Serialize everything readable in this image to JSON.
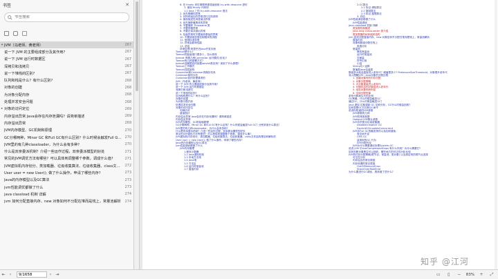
{
  "sidebar": {
    "title": "书签",
    "search_placeholder": "书签搜索",
    "items": [
      {
        "arrow": "▾",
        "label": "JVM（马老师、黄老师）",
        "page": "267",
        "selected": true
      },
      {
        "arrow": "",
        "label": "说一下 JVM 的主要组成部分及其作用?",
        "page": "267"
      },
      {
        "arrow": "",
        "label": "说一下 JVM 运行时数据区",
        "page": "267"
      },
      {
        "arrow": "",
        "label": "深拷贝和浅拷贝",
        "page": "267"
      },
      {
        "arrow": "",
        "label": "说一下堆栈的区别?",
        "page": "267"
      },
      {
        "arrow": "",
        "label": "队列和栈是什么？有什么区别?",
        "page": "268"
      },
      {
        "arrow": "",
        "label": "对象的创建",
        "page": "268"
      },
      {
        "arrow": "",
        "label": "为对象分配内存",
        "page": "268"
      },
      {
        "arrow": "",
        "label": "处理并发安全问题",
        "page": "268"
      },
      {
        "arrow": "▸",
        "label": "对象的访问定位",
        "page": "269"
      },
      {
        "arrow": "",
        "label": "内存溢出异常 Java会存在内存泄漏吗？请简单描述",
        "page": "269"
      },
      {
        "arrow": "",
        "label": "内存溢出异常",
        "page": "269"
      },
      {
        "arrow": "",
        "label": "JVM内存模型、GC机制和原理",
        "page": "270"
      },
      {
        "arrow": "",
        "label": "GC分哪两种，Minor GC 和Full GC有什么区别？什么时候会触发Full GC？分别采用什么算法?",
        "page": "270"
      },
      {
        "arrow": "",
        "label": "JVM里的有几种classloader，为什么会有多种?",
        "page": "270"
      },
      {
        "arrow": "",
        "label": "什么是双亲委派机制？介绍一些运作过程，双亲委派模型的好处",
        "page": "271"
      },
      {
        "arrow": "",
        "label": "常见的JVM调优方法有哪些？可以具体到调整哪个参数，调成什么值?",
        "page": "271"
      },
      {
        "arrow": "",
        "label": "JVM虚拟机内存划分、类加载器、垃圾收集算法、垃圾收集器、class文件结构是如何解析的",
        "page": "272"
      },
      {
        "arrow": "",
        "label": "User user = new User(); 做了什么操作，申请了哪些内存?",
        "page": "273"
      },
      {
        "arrow": "",
        "label": "Java的内存模型以及GC算法",
        "page": "273"
      },
      {
        "arrow": "",
        "label": "jvm性能调优都做了什么",
        "page": "273"
      },
      {
        "arrow": "",
        "label": "java classload 机制 详解",
        "page": "274"
      },
      {
        "arrow": "",
        "label": "jvm 如何分配直接内存、new 对象如何不分配在堆而是栈上，常量池解析",
        "page": "274"
      }
    ]
  },
  "bottombar": {
    "page_value": "9/1658",
    "zoom": "83%"
  },
  "watermark": "知乎 @江河",
  "document": {
    "col1": [
      {
        "t": "6. 在 finally 块中清理资源或者使用 try-with-resource 语句",
        "c": "b",
        "i": 1
      },
      {
        "t": "1. 使用 finally 代码块",
        "c": "b",
        "i": 2
      },
      {
        "t": "1.2 Java 7 的 try-with-resource 语法",
        "c": "b",
        "i": 2
      },
      {
        "t": "2. 优先明确的异常",
        "c": "b",
        "i": 1
      },
      {
        "t": "3. 对所有抛出的异常进行文档说明",
        "c": "b",
        "i": 1
      },
      {
        "t": "4. 使用描述性消息抛出异常",
        "c": "b",
        "i": 1
      },
      {
        "t": "5. 优先捕获最具体的异常",
        "c": "b",
        "i": 1
      },
      {
        "t": "6. 不要捕获 Throwable 类",
        "c": "b",
        "i": 1
      },
      {
        "t": "7. 不要忽略异常",
        "c": "b",
        "i": 1
      },
      {
        "t": "8. 不要记录并抛出异常",
        "c": "b",
        "i": 1
      },
      {
        "t": "9. 包装异常时不要抛弃原始的异常",
        "c": "b",
        "i": 1
      },
      {
        "t": "10. 不要使用异常控制程序的流程",
        "c": "b",
        "i": 1
      },
      {
        "t": "11. 使用标准异常",
        "c": "b",
        "i": 1
      },
      {
        "t": "12. 异常会影响性能",
        "c": "b",
        "i": 1
      },
      {
        "t": "13. 总结",
        "c": "b",
        "i": 1
      },
      {
        "t": "异常处理-阿里巴巴Java开发手册",
        "c": "b",
        "i": 1
      },
      {
        "t": "Tomcat是什么?",
        "c": "b",
        "i": 0
      },
      {
        "t": "Tomcat的缺省端口是多少，怎么修改",
        "c": "b",
        "i": 0
      },
      {
        "t": "tomcat 有哪几种Connector 运行模式(优化)?",
        "c": "b",
        "i": 0
      },
      {
        "t": "Tomcat有几种部署方式?",
        "c": "b",
        "i": 0
      },
      {
        "t": "tomcat容器是如何创建servlet类实例？用到了什么原理?",
        "c": "b",
        "i": 0
      },
      {
        "t": "Tomcat工作模式",
        "c": "b",
        "i": 0
      },
      {
        "t": "Tomcat顶层架构",
        "c": "b",
        "i": 0
      },
      {
        "t": "Connector和Container的微妙关系",
        "c": "b",
        "i": 0
      },
      {
        "t": "Container架构分析",
        "c": "b",
        "i": 0
      },
      {
        "t": "Container如何处理请求的",
        "c": "b",
        "i": 0
      },
      {
        "t": "JVM（马老师、黄老师）",
        "c": "b",
        "i": 0
      },
      {
        "t": "说一下 JVM 的主要组成部分及其作用?",
        "c": "b",
        "i": 0
      },
      {
        "t": "说一下 JVM 运行时数据区",
        "c": "b",
        "i": 0
      },
      {
        "t": "深拷贝和浅拷贝",
        "c": "b",
        "i": 0
      },
      {
        "t": "说一下堆栈的区别?",
        "c": "b",
        "i": 0
      },
      {
        "t": "队列和栈是什么？有什么区别?",
        "c": "b",
        "i": 0
      },
      {
        "t": "对象的创建",
        "c": "b",
        "i": 0
      },
      {
        "t": "为对象分配内存",
        "c": "b",
        "i": 0
      },
      {
        "t": "处理并发安全问题",
        "c": "b",
        "i": 0
      },
      {
        "t": "对象的访问定位",
        "c": "b",
        "i": 0
      },
      {
        "t": "句柄访问",
        "c": "b",
        "i": 1
      },
      {
        "t": "直接指针",
        "c": "b",
        "i": 1
      },
      {
        "t": "内存溢出异常 Java会存在内存泄漏吗？请简单描述",
        "c": "b",
        "i": 0
      },
      {
        "t": "内存溢出异常",
        "c": "b",
        "i": 0
      },
      {
        "t": "JVM内存模型、GC机制和原理",
        "c": "b",
        "i": 0
      },
      {
        "t": "GC分哪两种，Minor GC 和Full GC有什么区别？什么时候会触发Full GC？分别采用什么算法?",
        "c": "b",
        "i": 0
      },
      {
        "t": "JVM里的有几种classloader，为什么会有多种?",
        "c": "b",
        "i": 0
      },
      {
        "t": "什么是双亲委派机制？介绍一些运作过程，双亲委派模型的好处",
        "c": "b",
        "i": 0
      },
      {
        "t": "常见的JVM调优方法有哪些？可以具体到调整哪个参数，调成什么值?",
        "c": "b",
        "i": 0
      },
      {
        "t": "JVM虚拟机内存划分、类加载器、垃圾收集算法、垃圾收集器、class文件结构是如何解析的",
        "c": "b",
        "i": 0
      },
      {
        "t": "User user = new User(); 做了什么操作，申请了哪些内存?",
        "c": "b",
        "i": 0
      },
      {
        "t": "Java的内存模型以及GC算法",
        "c": "b",
        "i": 0
      },
      {
        "t": "jvm性能调优都做了什么",
        "c": "b",
        "i": 0
      },
      {
        "t": "JVM内存管理",
        "c": "b",
        "i": 1
      },
      {
        "t": "1.程序计数器",
        "c": "b",
        "i": 2
      },
      {
        "t": "1.2 Java虚拟机栈",
        "c": "b",
        "i": 2
      },
      {
        "t": "1.3 本地方法栈",
        "c": "b",
        "i": 2
      },
      {
        "t": "1.4 Java堆",
        "c": "b",
        "i": 2
      },
      {
        "t": "1.5 方法区",
        "c": "b",
        "i": 2
      },
      {
        "t": "1.6 运行时常量池",
        "c": "b",
        "i": 2
      },
      {
        "t": "1.7 直接内存",
        "c": "b",
        "i": 2
      }
    ],
    "col2": [
      {
        "t": "2.GC算法",
        "c": "b",
        "i": 2
      },
      {
        "t": "2.1 标记-清除算法",
        "c": "b",
        "i": 3
      },
      {
        "t": "2.2 复制算法",
        "c": "b",
        "i": 3
      },
      {
        "t": "2.3 标记-整理算法",
        "c": "b",
        "i": 3
      },
      {
        "t": "3. 总结",
        "c": "b",
        "i": 2
      },
      {
        "t": "JVM性能调优都做了什么",
        "c": "b",
        "i": 0
      },
      {
        "t": "JVM性能调优",
        "c": "b",
        "i": 1
      },
      {
        "t": "java classload 机制 详解",
        "c": "b",
        "i": 0
      },
      {
        "t": "类加载机制概述",
        "c": "r",
        "i": 1
      },
      {
        "t": "java.lang.ClassLoader 类介绍",
        "c": "r",
        "i": 1
      },
      {
        "t": "类加载器的树状组织结构",
        "c": "r",
        "i": 1
      },
      {
        "t": "jvm 如何分配直接内存、new 对象如何不分配在堆而是栈上，常量池解析",
        "c": "b",
        "i": 0
      },
      {
        "t": "直接内存",
        "c": "b",
        "i": 1
      },
      {
        "t": "对象和数组分配在栈上",
        "c": "b",
        "i": 1
      },
      {
        "t": "逃逸分析",
        "c": "b",
        "i": 2
      },
      {
        "t": "常量池",
        "c": "b",
        "i": 1
      },
      {
        "t": "静态常量池",
        "c": "b",
        "i": 2
      },
      {
        "t": "运行时常量池",
        "c": "b",
        "i": 2
      },
      {
        "t": "字面量",
        "c": "b",
        "i": 2
      },
      {
        "t": "符号引用",
        "c": "b",
        "i": 2
      },
      {
        "t": "小结",
        "c": "b",
        "i": 2
      },
      {
        "t": "String与+运算",
        "c": "b",
        "i": 1
      },
      {
        "t": "数值类Java包装类",
        "c": "b",
        "i": 1
      },
      {
        "t": "数组多大就会直接进入老年代？阈值是多少? PretenureSizeThreshold，对象晋升老年代",
        "c": "b",
        "i": 0
      },
      {
        "t": "深入理解JVM : Java对象的分配过程",
        "c": "b",
        "i": 0
      },
      {
        "t": "1. 创建对象时的内存分配",
        "c": "r",
        "i": 1
      },
      {
        "t": "2. 对象分配策略",
        "c": "r",
        "i": 1
      },
      {
        "t": "3. 大对象直接进入老年代",
        "c": "r",
        "i": 1
      },
      {
        "t": "4. 长期存活的对象将进入老年代",
        "c": "r",
        "i": 1
      },
      {
        "t": "5. 动态对象年龄判定",
        "c": "r",
        "i": 1
      },
      {
        "t": "6. 空间分配担保",
        "c": "r",
        "i": 1
      },
      {
        "t": "老年代和新生代的比例",
        "c": "b",
        "i": 0
      },
      {
        "t": "GC策略，什么时候会触发GC",
        "c": "b",
        "i": 0
      },
      {
        "t": "通过GC，什么时候会触发GC？",
        "c": "b",
        "i": 0
      },
      {
        "t": "java 虚拟 拉取强制 GC 如何分析，GC什么时候会回收？",
        "c": "b",
        "i": 0
      },
      {
        "t": "如何查看GC日志和GC命令",
        "c": "b",
        "i": 0
      },
      {
        "t": "说说你知道的JVM参数",
        "c": "b",
        "i": 0
      },
      {
        "t": "JVM参数有几种",
        "c": "b",
        "i": 1
      },
      {
        "t": "JVM的常用参数",
        "c": "b",
        "i": 1
      },
      {
        "t": "Hotspot JVM默认参数",
        "c": "b",
        "i": 1
      },
      {
        "t": "JVM中的常见垃圾收集器",
        "c": "b",
        "i": 1
      },
      {
        "t": "Disabled explicit GC",
        "c": "b",
        "i": 2
      },
      {
        "t": "ExplicitGCInvokesConcurrent",
        "c": "b",
        "i": 2
      },
      {
        "t": "JVM中Full GC的触发条件以及如何避免",
        "c": "b",
        "i": 1
      },
      {
        "t": "堆空间不足",
        "c": "b",
        "i": 2
      },
      {
        "t": "CMS GC",
        "c": "b",
        "i": 2
      },
      {
        "t": "监测到的GC 行为",
        "c": "b",
        "i": 2
      },
      {
        "t": "JVM分配内存",
        "c": "b",
        "i": 2
      },
      {
        "t": "JVM为什么需要调优处理System.GC",
        "c": "b",
        "i": 1
      },
      {
        "t": "说说 JVM 中UseCompressedOops 有什么作用？为什么需要它?",
        "c": "b",
        "i": 0
      },
      {
        "t": "如何判断对象是否可以回收，哪些地方的可达性分析比较",
        "c": "b",
        "i": 0
      },
      {
        "t": "JVM的内存分配策略(根节点，常量池，类对象) 以及其区别的根节点选择",
        "c": "b",
        "i": 0
      },
      {
        "t": "可达性分析",
        "c": "b",
        "i": 1
      },
      {
        "t": "内存溢出的常见原因",
        "c": "b",
        "i": 1
      },
      {
        "t": "内存泄漏的常见原因",
        "c": "b",
        "i": 1
      },
      {
        "t": "OutOfMemoryError",
        "c": "b",
        "i": 2
      },
      {
        "t": "StackOverflowError",
        "c": "b",
        "i": 2
      },
      {
        "t": "为什么要进行GC调优，具体做了些什么?",
        "c": "b",
        "i": 0
      }
    ]
  }
}
